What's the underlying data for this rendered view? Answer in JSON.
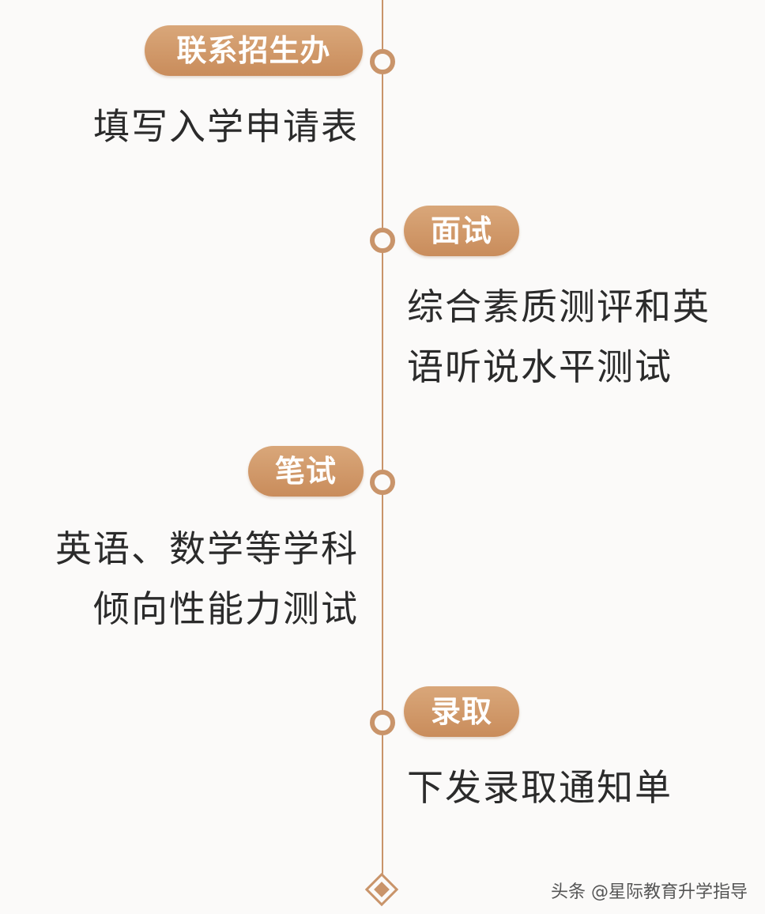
{
  "steps": [
    {
      "tag": "联系招生办",
      "lines": [
        "填写入学申请表"
      ]
    },
    {
      "tag": "面试",
      "lines": [
        "综合素质测评和英",
        "语听说水平测试"
      ]
    },
    {
      "tag": "笔试",
      "lines": [
        "英语、数学等学科",
        "倾向性能力测试"
      ]
    },
    {
      "tag": "录取",
      "lines": [
        "下发录取通知单"
      ]
    }
  ],
  "watermark": "头条 @星际教育升学指导",
  "colors": {
    "accent": "#c9946a",
    "pill": "#d39e70",
    "text": "#2b2b2b",
    "background": "#fbfaf9"
  }
}
